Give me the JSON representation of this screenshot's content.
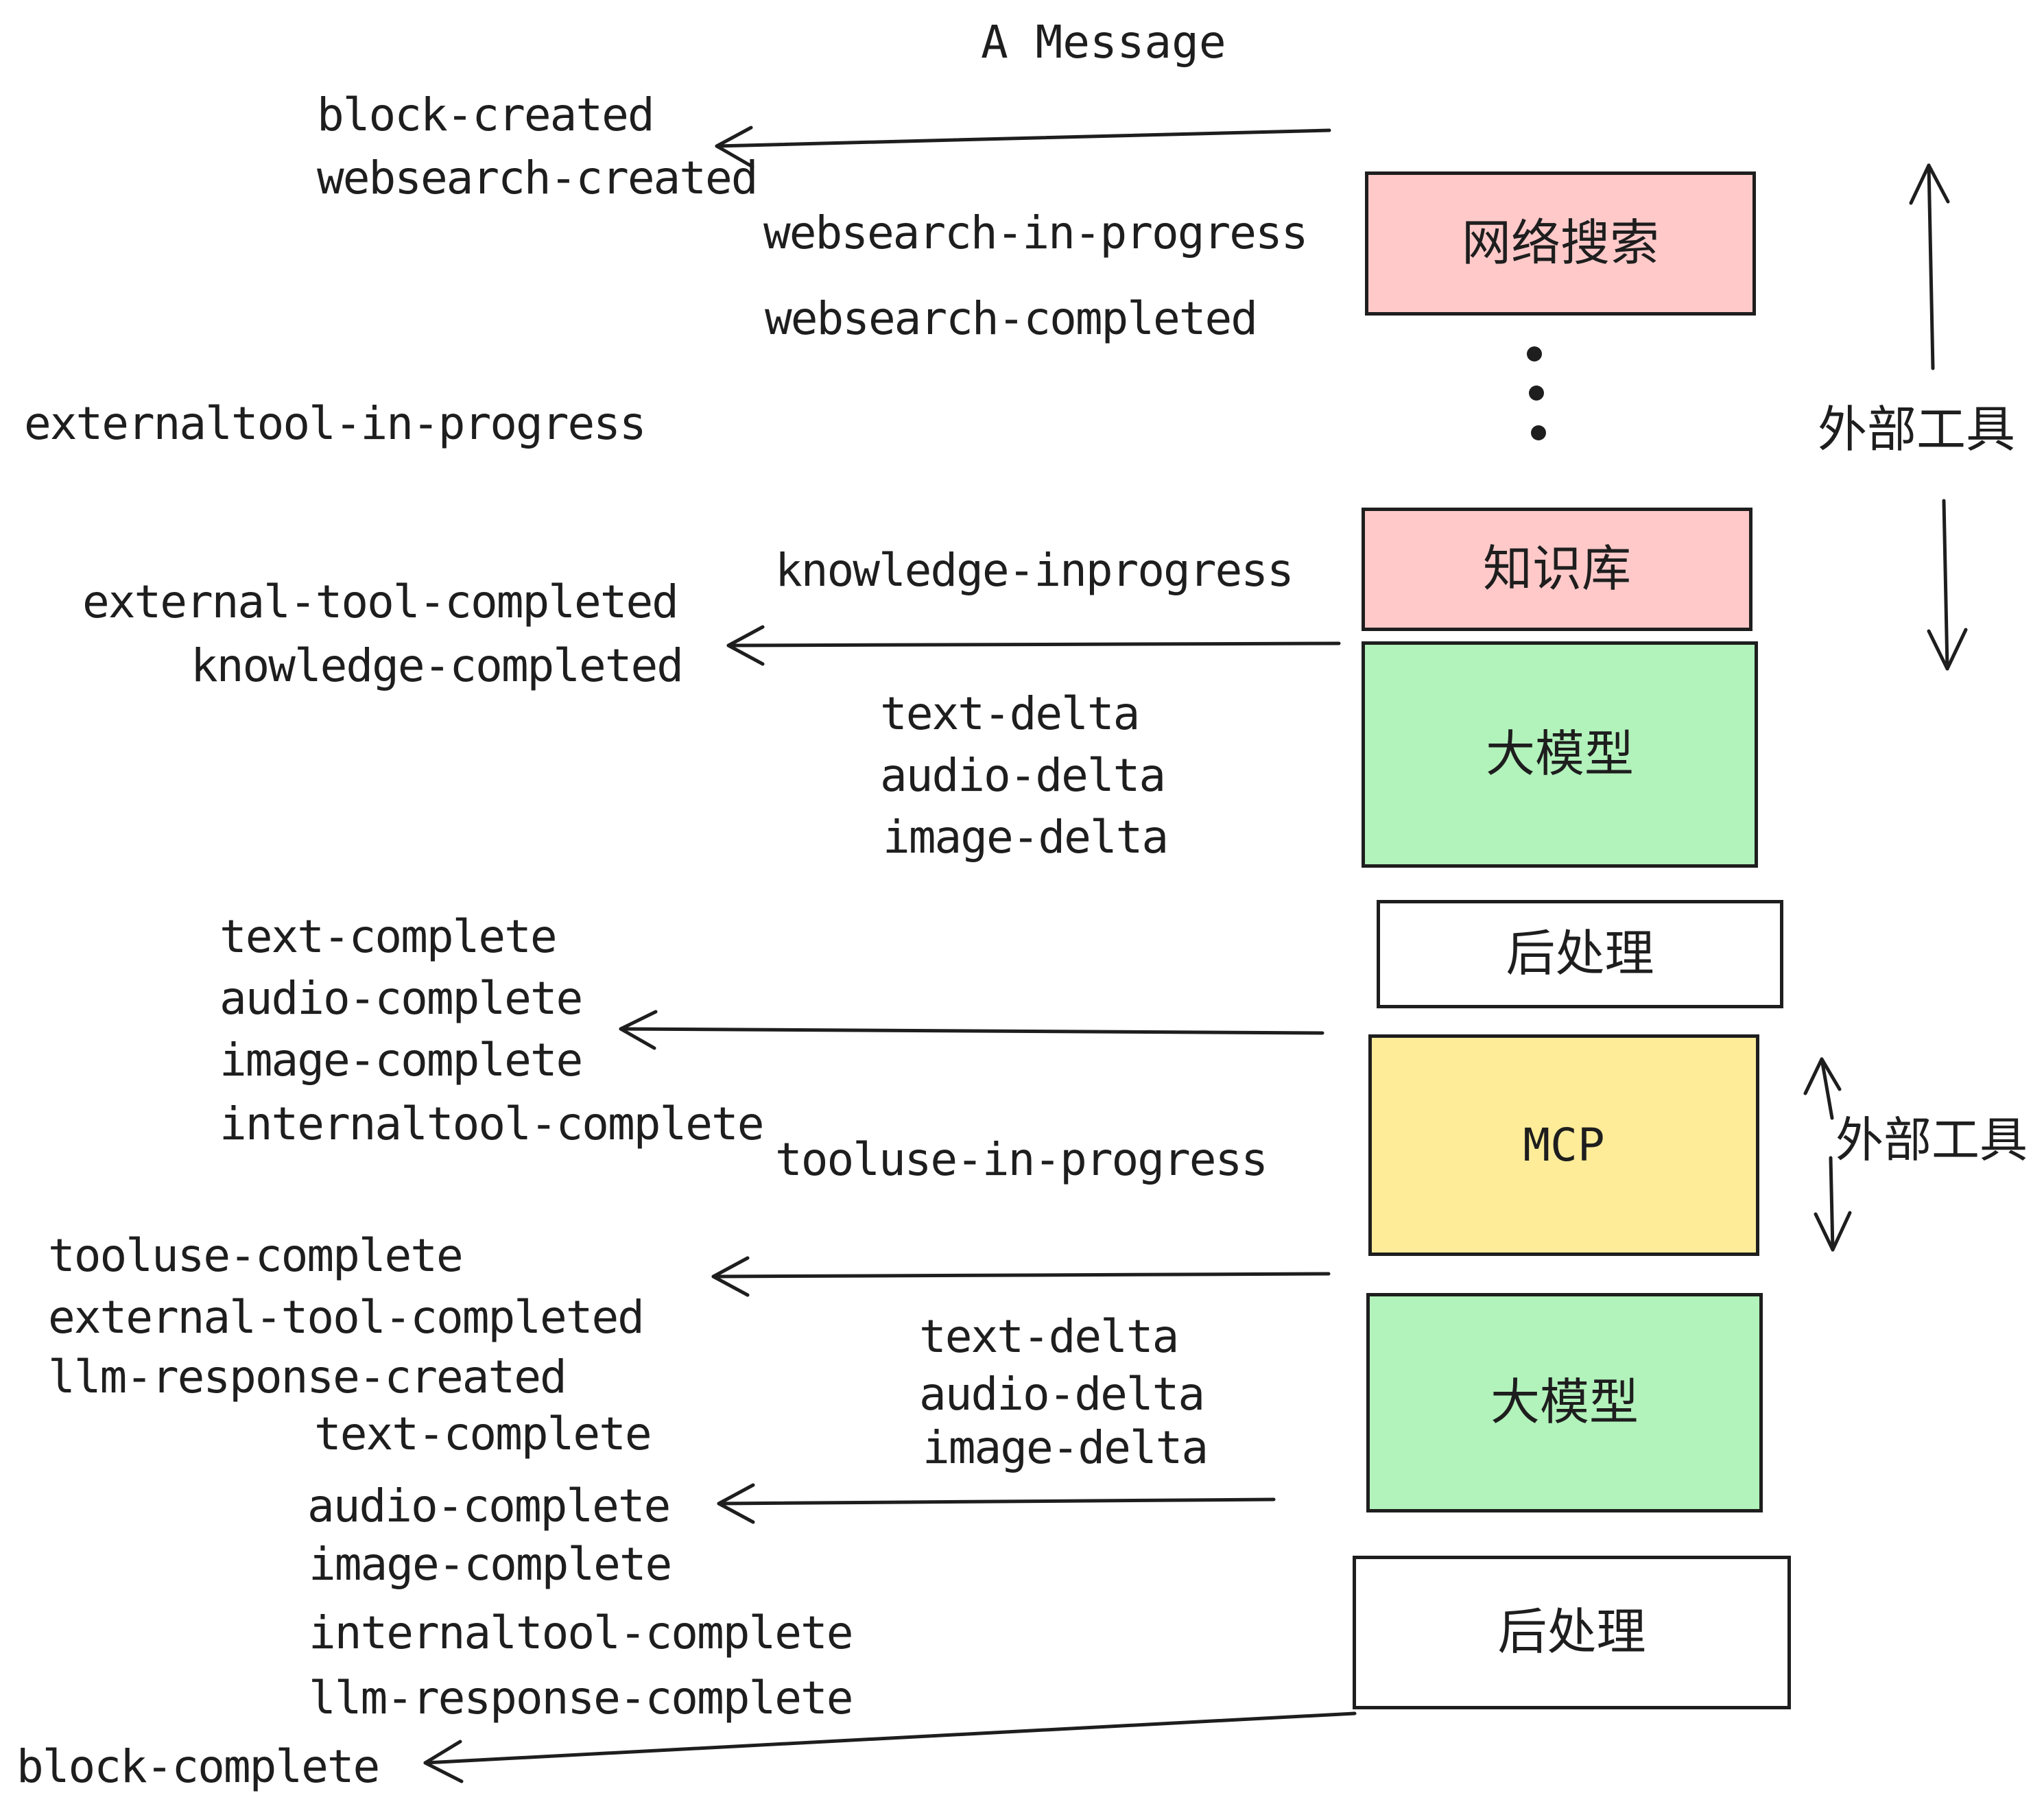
{
  "title": "A Message",
  "palette": {
    "stroke": "#1e1e1e",
    "pink": "#ffc9c9",
    "green": "#b2f2bb",
    "yellow": "#ffec99",
    "white": "#ffffff"
  },
  "boxes": [
    {
      "id": "websearch",
      "label": "网络搜索",
      "fill": "pink"
    },
    {
      "id": "knowledge",
      "label": "知识库",
      "fill": "pink"
    },
    {
      "id": "llm-1",
      "label": "大模型",
      "fill": "green"
    },
    {
      "id": "post-1",
      "label": "后处理",
      "fill": "white"
    },
    {
      "id": "mcp",
      "label": "MCP",
      "fill": "yellow"
    },
    {
      "id": "llm-2",
      "label": "大模型",
      "fill": "green"
    },
    {
      "id": "post-2",
      "label": "后处理",
      "fill": "white"
    }
  ],
  "side_labels": [
    {
      "id": "external-tools-1",
      "text": "外部工具"
    },
    {
      "id": "external-tools-2",
      "text": "外部工具"
    }
  ],
  "events": [
    {
      "id": "block-created",
      "text": "block-created"
    },
    {
      "id": "websearch-created",
      "text": "websearch-created"
    },
    {
      "id": "websearch-in-progress",
      "text": "websearch-in-progress"
    },
    {
      "id": "websearch-completed",
      "text": "websearch-completed"
    },
    {
      "id": "externaltool-in-progress",
      "text": "externaltool-in-progress"
    },
    {
      "id": "knowledge-inprogress",
      "text": "knowledge-inprogress"
    },
    {
      "id": "external-tool-completed-1",
      "text": "external-tool-completed"
    },
    {
      "id": "knowledge-completed",
      "text": "knowledge-completed"
    },
    {
      "id": "text-delta-1",
      "text": "text-delta"
    },
    {
      "id": "audio-delta-1",
      "text": "audio-delta"
    },
    {
      "id": "image-delta-1",
      "text": "image-delta"
    },
    {
      "id": "text-complete-1",
      "text": "text-complete"
    },
    {
      "id": "audio-complete-1",
      "text": "audio-complete"
    },
    {
      "id": "image-complete-1",
      "text": "image-complete"
    },
    {
      "id": "internaltool-complete-1",
      "text": "internaltool-complete"
    },
    {
      "id": "tooluse-in-progress",
      "text": "tooluse-in-progress"
    },
    {
      "id": "tooluse-complete",
      "text": "tooluse-complete"
    },
    {
      "id": "external-tool-completed-2",
      "text": "external-tool-completed"
    },
    {
      "id": "llm-response-created",
      "text": "llm-response-created"
    },
    {
      "id": "text-complete-2",
      "text": "text-complete"
    },
    {
      "id": "text-delta-2",
      "text": "text-delta"
    },
    {
      "id": "audio-delta-2",
      "text": "audio-delta"
    },
    {
      "id": "image-delta-2",
      "text": "image-delta"
    },
    {
      "id": "audio-complete-2",
      "text": "audio-complete"
    },
    {
      "id": "image-complete-2",
      "text": "image-complete"
    },
    {
      "id": "internaltool-complete-2",
      "text": "internaltool-complete"
    },
    {
      "id": "llm-response-complete",
      "text": "llm-response-complete"
    },
    {
      "id": "block-complete",
      "text": "block-complete"
    }
  ]
}
